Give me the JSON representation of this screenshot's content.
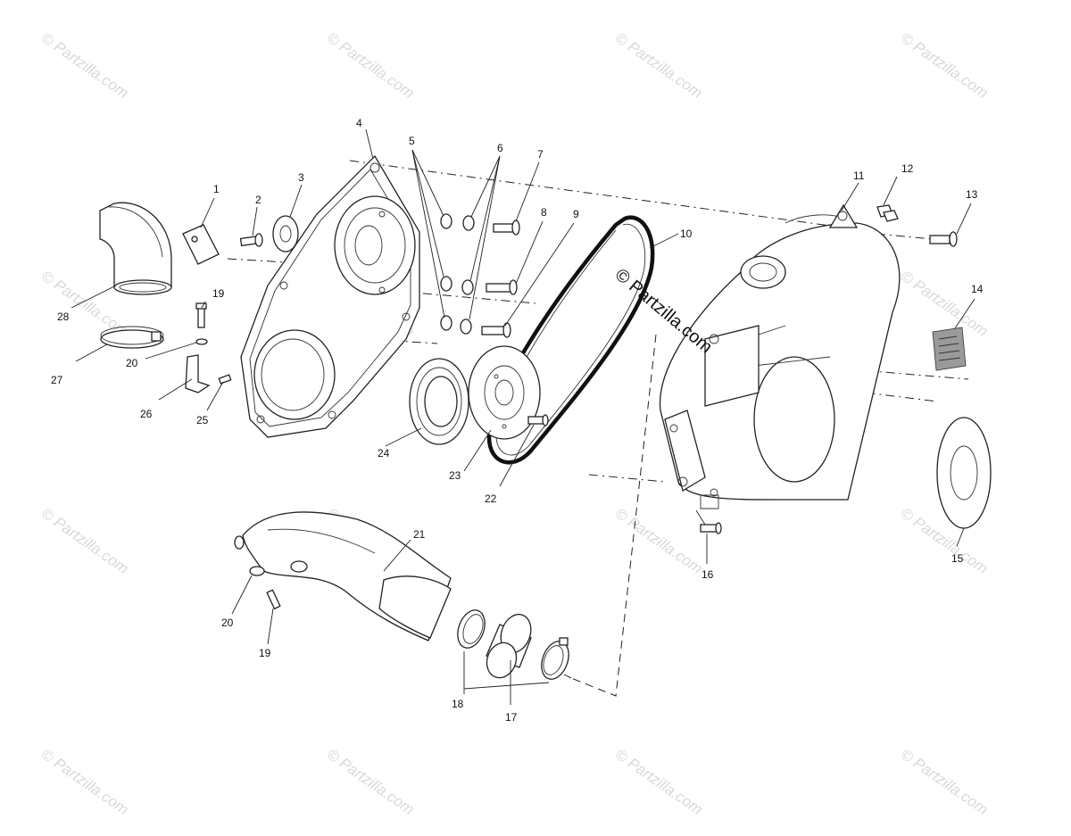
{
  "watermark": {
    "tile_text": "© Partzilla.com",
    "center_text": "© Partzilla.com"
  },
  "callouts": [
    "1",
    "2",
    "3",
    "4",
    "5",
    "6",
    "7",
    "8",
    "9",
    "10",
    "11",
    "12",
    "13",
    "14",
    "15",
    "16",
    "17",
    "18",
    "19",
    "19",
    "20",
    "20",
    "21",
    "22",
    "23",
    "24",
    "25",
    "26",
    "27",
    "28"
  ],
  "colors": {
    "line": "#222222",
    "watermark": "#d9d9d9",
    "background": "#ffffff"
  }
}
